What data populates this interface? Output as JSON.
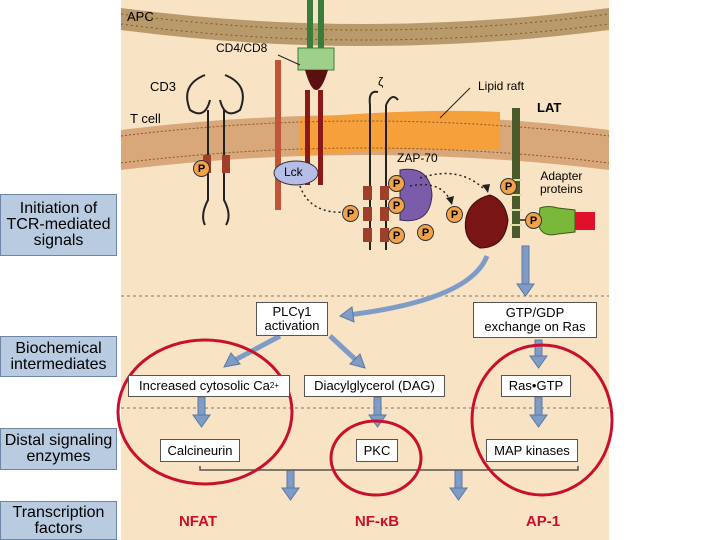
{
  "side_labels": [
    "Initiation of\nTCR-mediated\nsignals",
    "Biochemical\nintermediates",
    "Distal signaling\nenzymes",
    "Transcription\nfactors"
  ],
  "cell_labels": {
    "apc": "APC",
    "t_cell": "T cell",
    "cd4_cd8": "CD4/CD8",
    "cd3": "CD3",
    "zeta": "ζ",
    "lipid_raft": "Lipid raft",
    "lat": "LAT",
    "zap70": "ZAP-70",
    "lck": "Lck",
    "adapter": "Adapter\nproteins",
    "phospho": "P"
  },
  "nodes": {
    "plc": "PLCγ1\nactivation",
    "gtp": "GTP/GDP\nexchange on Ras",
    "calcium": "Increased cytosolic Ca",
    "calcium_sup": "2+",
    "dag": "Diacylglycerol  (DAG)",
    "ras": "Ras•GTP",
    "calcineurin": "Calcineurin",
    "pkc": "PKC",
    "map": "MAP kinases"
  },
  "transcription": {
    "nfat": "NFAT",
    "nfkb": "NF-κB",
    "ap1": "AP-1"
  },
  "colors": {
    "sidebar": "#b9cbe0",
    "membrane": "#f5a03a",
    "cytoplasm": "#f8e3c4",
    "arrow": "#7f9cc6",
    "highlight": "#c8102e"
  }
}
